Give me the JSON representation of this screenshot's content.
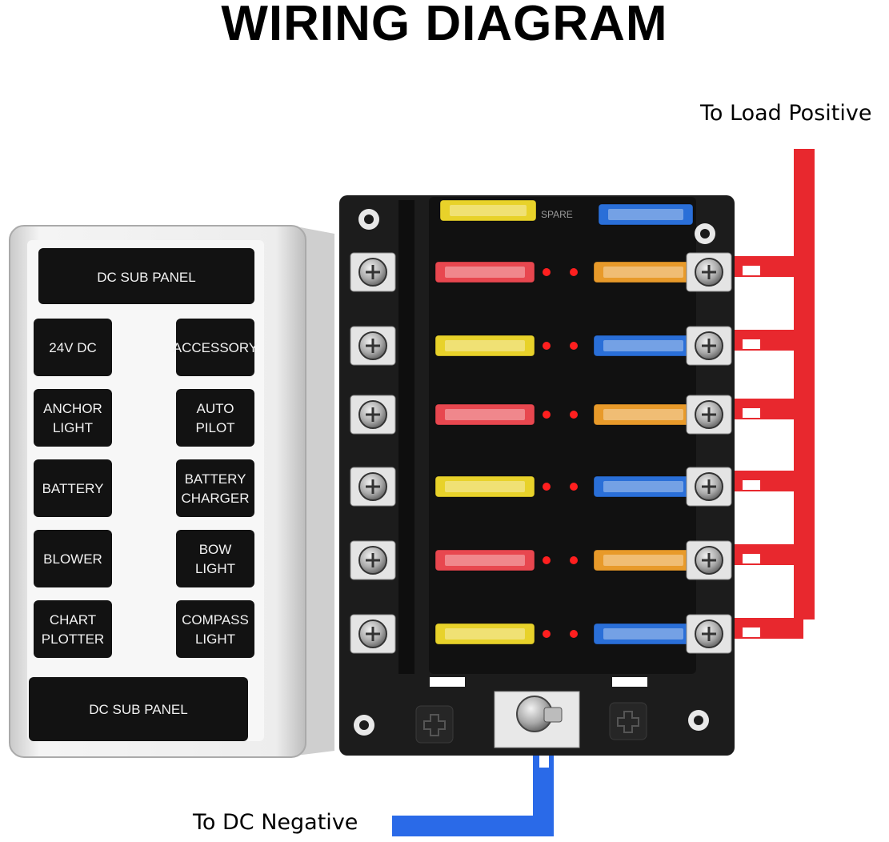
{
  "title": "WIRING DIAGRAM",
  "labels": {
    "load_positive": "To Load Positive",
    "dc_negative": "To DC Negative"
  },
  "fuse_block": {
    "spare_label": "SPARE",
    "fuse_rows": [
      {
        "left": "#e8474f",
        "right": "#e89a2a"
      },
      {
        "left": "#e8d22a",
        "right": "#2a6fd8"
      },
      {
        "left": "#e8474f",
        "right": "#e89a2a"
      },
      {
        "left": "#e8d22a",
        "right": "#2a6fd8"
      },
      {
        "left": "#e8474f",
        "right": "#e89a2a"
      },
      {
        "left": "#e8d22a",
        "right": "#2a6fd8"
      }
    ],
    "spare_fuses": [
      "#e8d22a",
      "#2a6fd8"
    ]
  },
  "sub_panel": {
    "header": "DC SUB PANEL",
    "footer": "DC SUB PANEL",
    "rows": [
      [
        [
          "24V DC"
        ],
        [
          "ACCESSORY"
        ]
      ],
      [
        [
          "ANCHOR",
          "LIGHT"
        ],
        [
          "AUTO",
          "PILOT"
        ]
      ],
      [
        [
          "BATTERY"
        ],
        [
          "BATTERY",
          "CHARGER"
        ]
      ],
      [
        [
          "BLOWER"
        ],
        [
          "BOW",
          "LIGHT"
        ]
      ],
      [
        [
          "CHART",
          "PLOTTER"
        ],
        [
          "COMPASS",
          "LIGHT"
        ]
      ]
    ]
  },
  "colors": {
    "positive_wire": "#e8282e",
    "negative_wire": "#2a6ae8",
    "block_body": "#1c1c1c",
    "panel_frame": "#dedede"
  }
}
